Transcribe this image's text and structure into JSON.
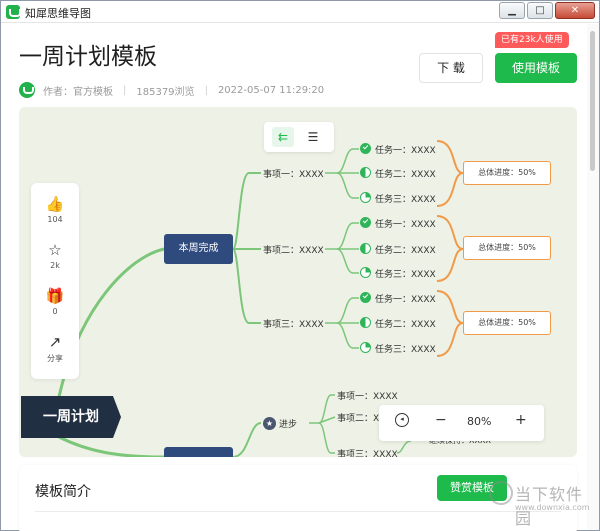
{
  "window": {
    "title": "知犀思维导图",
    "controls": [
      "minimize",
      "maximize",
      "close"
    ]
  },
  "page": {
    "title": "一周计划模板",
    "author": "作者：官方模板",
    "views": "185379浏览",
    "date": "2022-05-07 11:29:20"
  },
  "actions": {
    "users_badge": "已有23k人使用",
    "download_label": "下 载",
    "use_label": "使用模板"
  },
  "sidebar": {
    "items": [
      {
        "icon": "thumbs-up-icon",
        "glyph": "👍",
        "count": "104"
      },
      {
        "icon": "star-icon",
        "glyph": "☆",
        "count": "2k"
      },
      {
        "icon": "gift-icon",
        "glyph": "🎁",
        "count": "0"
      },
      {
        "icon": "share-icon",
        "glyph": "↗",
        "count": "分享"
      }
    ]
  },
  "mindmap": {
    "root": "一周计划",
    "branch_done": "本周完成",
    "items": [
      {
        "label": "事项一：XXXX",
        "tasks": [
          "任务一：XXXX",
          "任务二：XXXX",
          "任务三：XXXX"
        ],
        "progress": "总体进度：50%"
      },
      {
        "label": "事项二：XXXX",
        "tasks": [
          "任务一：XXXX",
          "任务二：XXXX",
          "任务三：XXXX"
        ],
        "progress": "总体进度：50%"
      },
      {
        "label": "事项三：XXXX",
        "tasks": [
          "任务一：XXXX",
          "任务二：XXXX",
          "任务三：XXXX"
        ],
        "progress": "总体进度：50%"
      }
    ],
    "progress_branch": {
      "label": "进步",
      "items": [
        "事项一：XXXX",
        "事项二：XX",
        "事项三：XXXX"
      ],
      "sub": "继续保持：XXXX"
    }
  },
  "zoom": {
    "minus": "−",
    "value": "80%",
    "plus": "+"
  },
  "intro": {
    "title": "模板简介",
    "button": "赞赏模板"
  },
  "watermark": {
    "main": "当下软件园",
    "sub": "www.downxia.com"
  },
  "colors": {
    "brand_green": "#1fba4c",
    "node_blue": "#2f4a7d",
    "root_dark": "#203042",
    "branch_green": "#7cc67a",
    "progress_orange": "#f09a4a",
    "badge_red": "#ff5a5a"
  }
}
